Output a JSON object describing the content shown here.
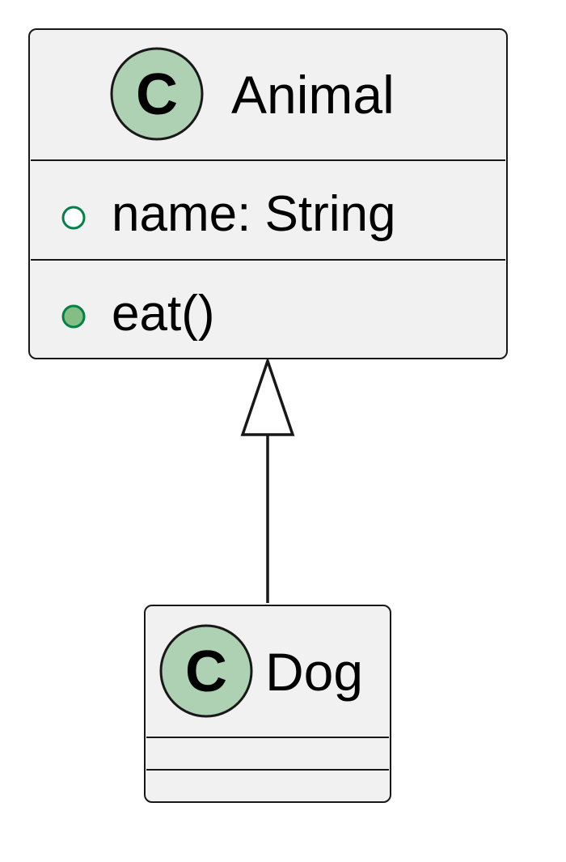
{
  "classes": {
    "animal": {
      "stereotype_letter": "C",
      "name": "Animal",
      "attributes": [
        {
          "visibility": "public",
          "text": "name: String"
        }
      ],
      "methods": [
        {
          "visibility": "public",
          "text": "eat()"
        }
      ]
    },
    "dog": {
      "stereotype_letter": "C",
      "name": "Dog",
      "attributes": [],
      "methods": []
    }
  },
  "relations": [
    {
      "type": "inheritance",
      "from": "Dog",
      "to": "Animal"
    }
  ],
  "colors": {
    "class_fill": "#f1f1f1",
    "class_border": "#181818",
    "circle_fill": "#add1b2",
    "visibility_green": "#038048",
    "method_dot_fill": "#84be84"
  }
}
